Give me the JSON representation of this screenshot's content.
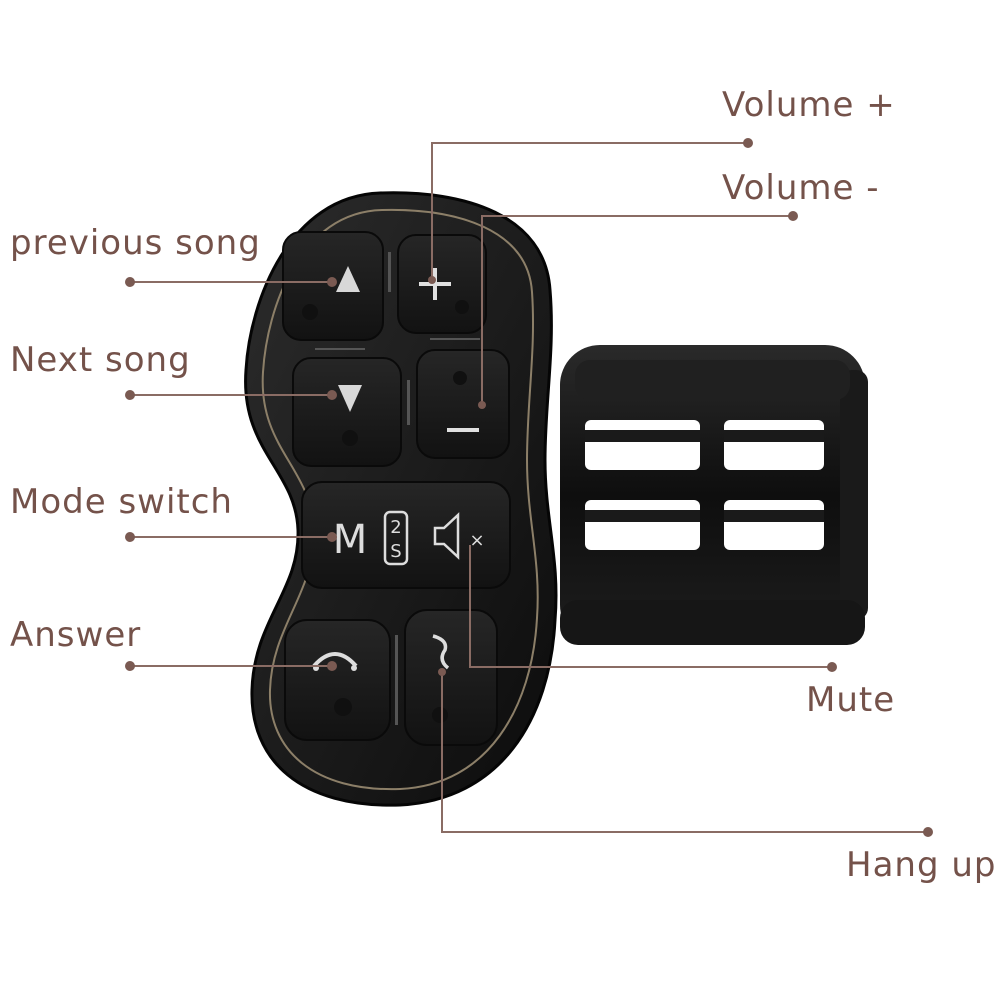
{
  "labels": {
    "volume_plus": "Volume +",
    "volume_minus": "Volume -",
    "previous_song": "previous song",
    "next_song": "Next song",
    "mode_switch": "Mode switch",
    "answer": "Answer",
    "mute": "Mute",
    "hang_up": "Hang up"
  },
  "device": {
    "mode_key": "M",
    "mode_badge_top": "2",
    "mode_badge_bottom": "S",
    "mute_mark": "×"
  },
  "colors": {
    "label_text": "#74524a",
    "leader_line": "#8a6c64",
    "device_body": "#141414",
    "button_face": "#1c1c1c",
    "trim": "#8c7f68"
  },
  "icons": [
    "up-arrow-icon",
    "down-arrow-icon",
    "plus-icon",
    "minus-icon",
    "mute-icon",
    "answer-phone-icon",
    "hangup-phone-icon"
  ]
}
